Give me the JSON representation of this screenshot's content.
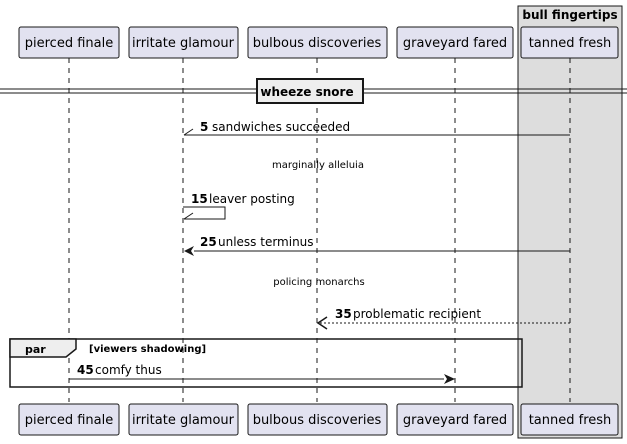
{
  "box": {
    "label": "bull fingertips"
  },
  "participants": [
    {
      "id": "p1",
      "label": "pierced finale"
    },
    {
      "id": "p2",
      "label": "irritate glamour"
    },
    {
      "id": "p3",
      "label": "bulbous discoveries"
    },
    {
      "id": "p4",
      "label": "graveyard fared"
    },
    {
      "id": "p5",
      "label": "tanned fresh"
    }
  ],
  "divider": {
    "label": "wheeze snore"
  },
  "messages": [
    {
      "num": "5",
      "text": "sandwiches succeeded"
    },
    {
      "num": "15",
      "text": "leaver posting"
    },
    {
      "num": "25",
      "text": "unless terminus"
    },
    {
      "num": "35",
      "text": "problematic recipient"
    },
    {
      "num": "45",
      "text": "comfy thus"
    }
  ],
  "delays": [
    {
      "text": "marginally alleluia"
    },
    {
      "text": "policing monarchs"
    }
  ],
  "group": {
    "keyword": "par",
    "condition": "[viewers shadowing]"
  },
  "colors": {
    "participant_fill": "#E2E2F0",
    "box_fill": "#DDDDDD",
    "line": "#181818"
  }
}
